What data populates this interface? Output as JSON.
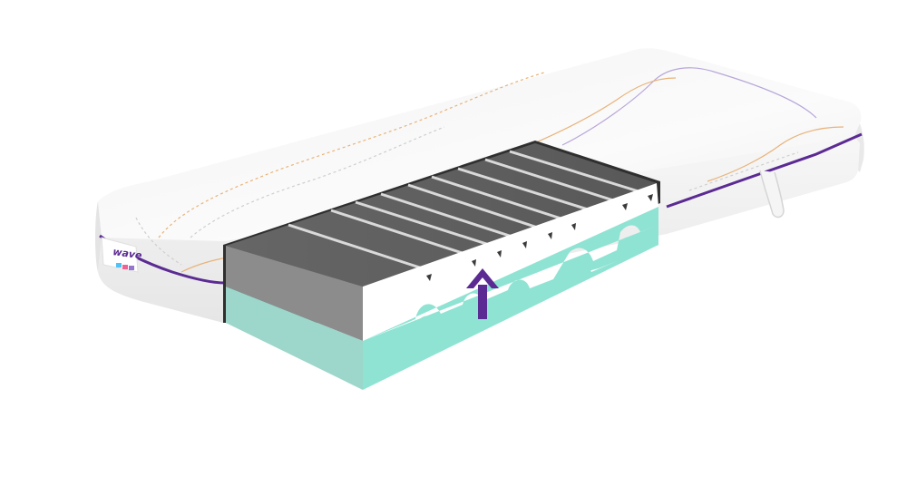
{
  "image": {
    "subject": "mattress-cutaway",
    "label": {
      "brand_text": "wave"
    },
    "colors": {
      "background": "#ffffff",
      "cover": "#f6f6f6",
      "cover_shadow": "#e2e2e2",
      "piping": "#5b2a93",
      "top_foam": "#5f5f5f",
      "top_foam_side": "#8c8c8c",
      "base_foam": "#8fe3d3",
      "base_foam_side": "#9dd6ca",
      "profile_white": "#ffffff",
      "arrow": "#5b2a93",
      "stitch_orange": "#e8b37a",
      "stitch_purple": "#b8a6d9",
      "stitch_grey": "#cfcfcf"
    },
    "channel_count": 9,
    "arrow_direction": "up"
  }
}
